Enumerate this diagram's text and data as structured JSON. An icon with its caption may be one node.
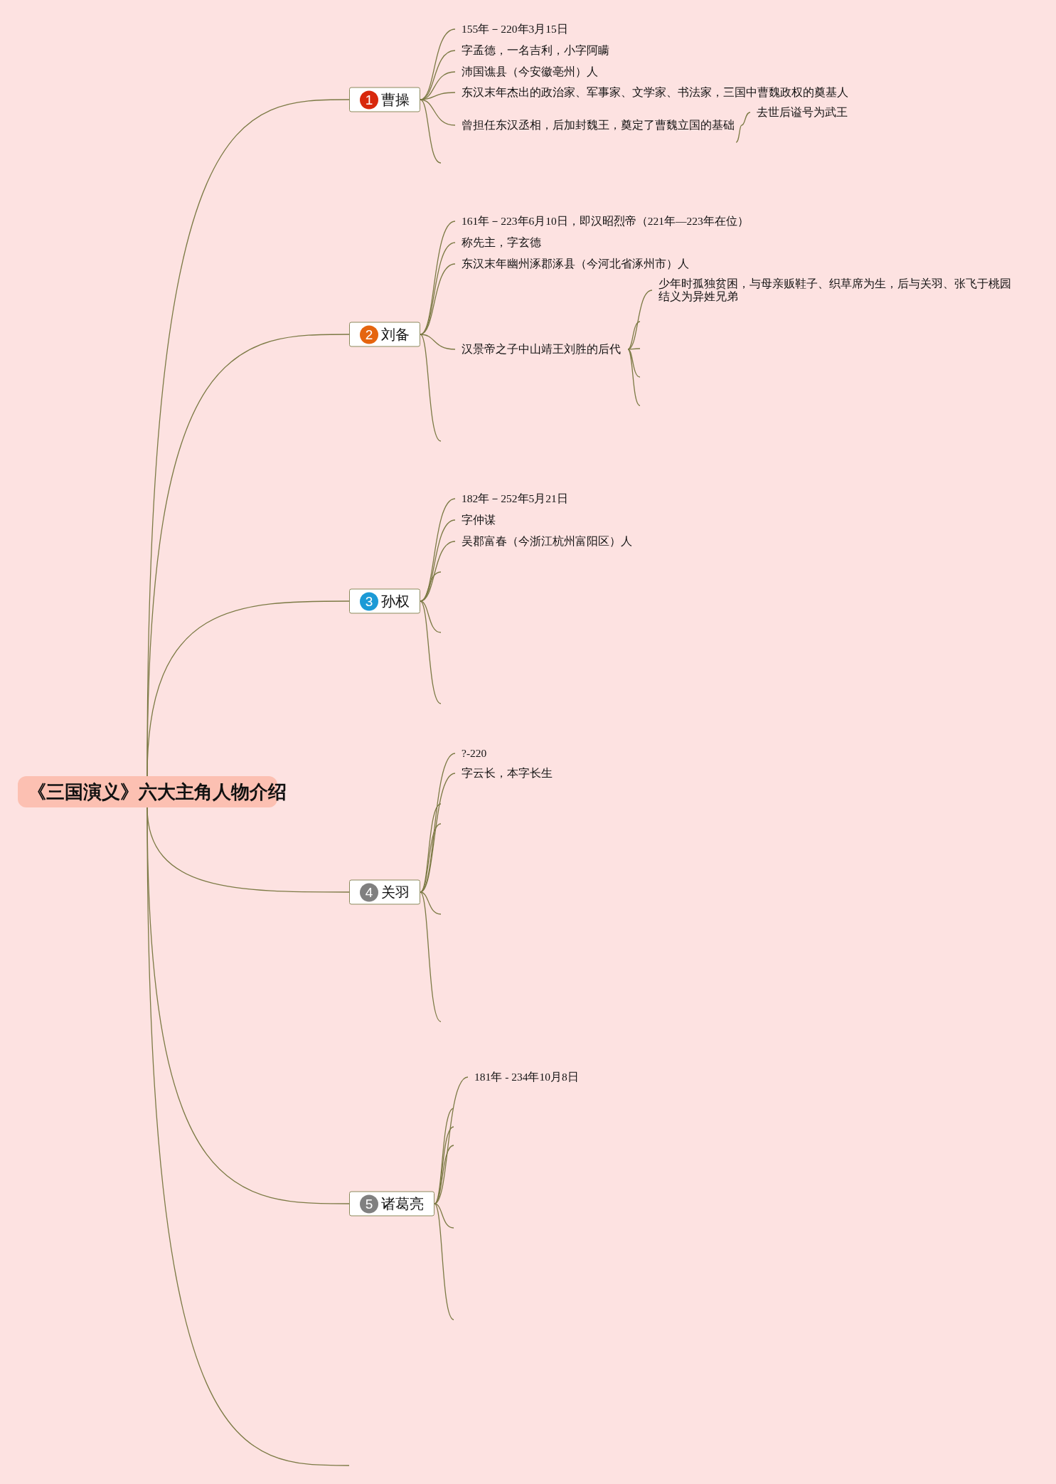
{
  "diagram": {
    "nodes": [
      {
        "text": [
          "《三国演义》六大主角人物介绍"
        ]
      },
      {
        "text": [
          "1",
          "曹操"
        ]
      },
      {
        "text": [
          "155年－220年3月15日"
        ]
      },
      {
        "text": [
          "字孟德，一名吉利，小字阿瞒"
        ]
      },
      {
        "text": [
          "沛国谯县（今安徽亳州）人"
        ]
      },
      {
        "text": [
          "东汉末年杰出的政治家、军事家、文学家、书法家，三国中曹魏政权的奠基人"
        ]
      },
      {
        "text": [
          "曾担任东汉丞相，后加封魏王，奠定了曹魏立国的基础"
        ]
      },
      {
        "text": [
          "去世后谥号为武王"
        ]
      },
      {
        "text": [
          "2",
          "刘备"
        ]
      },
      {
        "text": [
          "161年－223年6月10日，即汉昭烈帝（221年—223年在位）"
        ]
      },
      {
        "text": [
          "称先主，字玄德"
        ]
      },
      {
        "text": [
          "东汉末年幽州涿郡涿县（今河北省涿州市）人"
        ]
      },
      {
        "text": [
          "汉景帝之子中山靖王刘胜的后代"
        ]
      },
      {
        "text": [
          "少年时孤独贫困，与母亲贩鞋子、织草席为生，后与关羽、张飞于桃园结义为异姓兄弟"
        ]
      },
      {
        "text": [
          "3",
          "孙权"
        ]
      },
      {
        "text": [
          "182年－252年5月21日"
        ]
      },
      {
        "text": [
          "字仲谋"
        ]
      },
      {
        "text": [
          "吴郡富春（今浙江杭州富阳区）人"
        ]
      },
      {
        "text": [
          "4",
          "关羽"
        ]
      },
      {
        "text": [
          "?-220"
        ]
      },
      {
        "text": [
          "字云长，本字长生"
        ]
      },
      {
        "text": [
          "5",
          "诸葛亮"
        ]
      },
      {
        "text": [
          "181年 - 234年10月8日"
        ]
      }
    ],
    "edges": [
      {
        "from": 0,
        "to": 1,
        "arrow": "none"
      },
      {
        "from": 0,
        "to": 8,
        "arrow": "none"
      },
      {
        "from": 0,
        "to": 14,
        "arrow": "none"
      },
      {
        "from": 0,
        "to": 18,
        "arrow": "none"
      },
      {
        "from": 0,
        "to": 21,
        "arrow": "none"
      },
      {
        "from": 0,
        "to": null,
        "arrow": "none"
      },
      {
        "from": 1,
        "to": 2,
        "arrow": "none"
      },
      {
        "from": 1,
        "to": 3,
        "arrow": "none"
      },
      {
        "from": 1,
        "to": 4,
        "arrow": "none"
      },
      {
        "from": 1,
        "to": 5,
        "arrow": "none"
      },
      {
        "from": 1,
        "to": 6,
        "arrow": "none"
      },
      {
        "from": 1,
        "to": null,
        "arrow": "none"
      },
      {
        "from": 6,
        "to": 7,
        "arrow": "none"
      },
      {
        "from": 6,
        "to": null,
        "arrow": "none"
      },
      {
        "from": 8,
        "to": 9,
        "arrow": "none"
      },
      {
        "from": 8,
        "to": 10,
        "arrow": "none"
      },
      {
        "from": 8,
        "to": 11,
        "arrow": "none"
      },
      {
        "from": 8,
        "to": 12,
        "arrow": "none"
      },
      {
        "from": 8,
        "to": null,
        "arrow": "none"
      },
      {
        "from": 12,
        "to": 13,
        "arrow": "none"
      },
      {
        "from": 12,
        "to": null,
        "arrow": "none"
      },
      {
        "from": 12,
        "to": null,
        "arrow": "none"
      },
      {
        "from": 12,
        "to": null,
        "arrow": "none"
      },
      {
        "from": 12,
        "to": null,
        "arrow": "none"
      },
      {
        "from": 14,
        "to": 15,
        "arrow": "none"
      },
      {
        "from": 14,
        "to": 16,
        "arrow": "none"
      },
      {
        "from": 14,
        "to": 17,
        "arrow": "none"
      },
      {
        "from": 14,
        "to": null,
        "arrow": "none"
      },
      {
        "from": 14,
        "to": null,
        "arrow": "none"
      },
      {
        "from": 14,
        "to": null,
        "arrow": "none"
      },
      {
        "from": 18,
        "to": 19,
        "arrow": "none"
      },
      {
        "from": 18,
        "to": 20,
        "arrow": "none"
      },
      {
        "from": 18,
        "to": null,
        "arrow": "none"
      },
      {
        "from": 18,
        "to": null,
        "arrow": "none"
      },
      {
        "from": 18,
        "to": null,
        "arrow": "none"
      },
      {
        "from": 18,
        "to": null,
        "arrow": "none"
      },
      {
        "from": 21,
        "to": 22,
        "arrow": "none"
      },
      {
        "from": 21,
        "to": null,
        "arrow": "none"
      },
      {
        "from": 21,
        "to": null,
        "arrow": "none"
      },
      {
        "from": 21,
        "to": null,
        "arrow": "none"
      },
      {
        "from": 21,
        "to": null,
        "arrow": "none"
      },
      {
        "from": 21,
        "to": null,
        "arrow": "none"
      }
    ]
  }
}
